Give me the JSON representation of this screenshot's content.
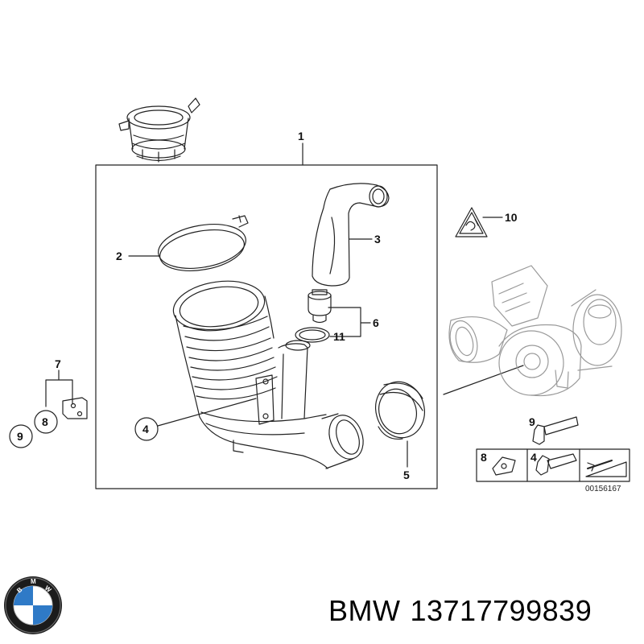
{
  "diagram": {
    "callouts": {
      "c1": "1",
      "c2": "2",
      "c3": "3",
      "c4": "4",
      "c5": "5",
      "c6": "6",
      "c7": "7",
      "c8": "8",
      "c9": "9",
      "c10": "10",
      "c11": "11",
      "inset_c8": "8",
      "inset_c9": "9",
      "inset_c4": "4"
    },
    "drawing_code": "00156167"
  },
  "logo": {
    "brand_letters": "BMW"
  },
  "caption": {
    "brand": "BMW",
    "part_number": "13717799839"
  }
}
